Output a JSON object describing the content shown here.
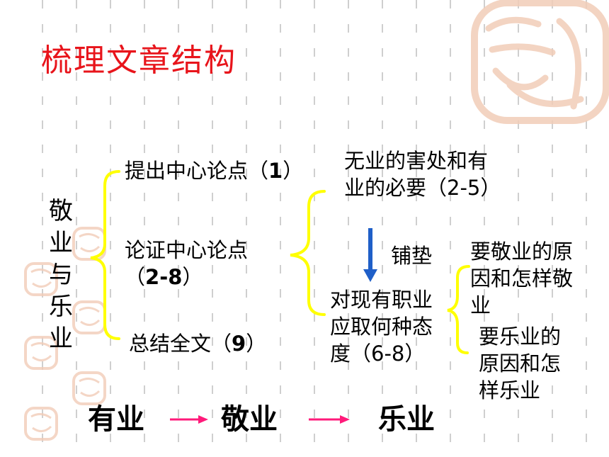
{
  "title": "梳理文章结构",
  "main_topic": "敬业与乐业",
  "branches": {
    "b1": {
      "text": "提出中心论点（",
      "num": "1",
      "close": "）"
    },
    "b2": {
      "line1": "论证中心论点",
      "line2_open": "（",
      "line2_num": "2-8",
      "line2_close": "）"
    },
    "b3": {
      "text": "总结全文（",
      "num": "9",
      "close": "）"
    }
  },
  "sub": {
    "s1_line1": "无业的害处和有",
    "s1_line2": "业的必要（2-5）",
    "connector_label": "铺垫",
    "s2_line1": "对现有职业",
    "s2_line2": "应取何种态",
    "s2_line3": "度（6-8）"
  },
  "leaves": {
    "l1_line1": "要敬业的原",
    "l1_line2": "因和怎样敬",
    "l1_line3": "业",
    "l2_line1": "要乐业的",
    "l2_line2": "原因和怎",
    "l2_line3": "样乐业"
  },
  "progression": [
    "有业",
    "敬业",
    "乐业"
  ],
  "colors": {
    "title": "#e8141b",
    "brace": "#ffff00",
    "down_arrow": "#1f5fc8",
    "flow_arrow": "#ff1a7a",
    "grid_dash": "#cfcfcf",
    "seal": "#f2cdb8"
  }
}
